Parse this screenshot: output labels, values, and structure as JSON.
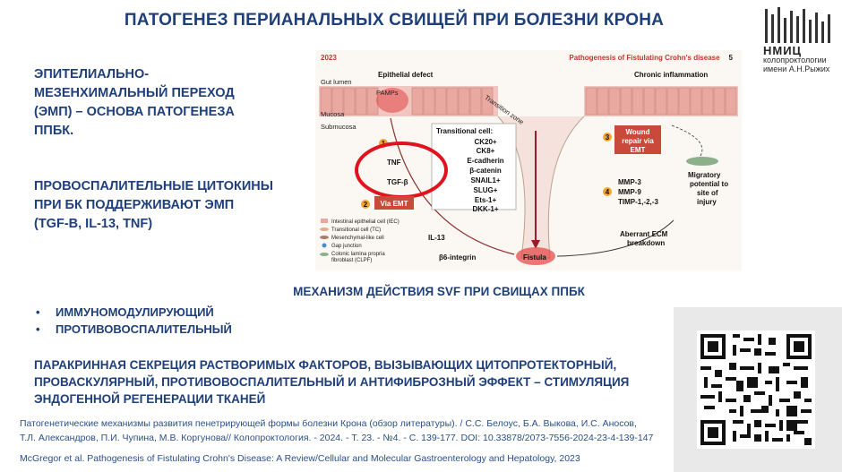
{
  "title": "ПАТОГЕНЕЗ ПЕРИАНАЛЬНЫХ СВИЩЕЙ ПРИ БОЛЕЗНИ КРОНА",
  "logo": {
    "line1": "НМИЦ",
    "line2": "колопроктологии",
    "line3": "имени А.Н.Рыжих"
  },
  "left_block_1": [
    "ЭПИТЕЛИАЛЬНО-",
    "МЕЗЕНХИМАЛЬНЫЙ ПЕРЕХОД",
    "(ЭМП) – ОСНОВА ПАТОГЕНЕЗА",
    "ППБК."
  ],
  "left_block_2": [
    "ПРОВОСПАЛИТЕЛЬНЫЕ ЦИТОКИНЫ",
    "ПРИ БК ПОДДЕРЖИВАЮТ ЭМП",
    "(TGF-B, IL-13, TNF)"
  ],
  "figure": {
    "year": "2023",
    "header_title": "Pathogenesis of Fistulating Crohn's disease",
    "page": "5",
    "epithelial_defect": "Epithelial defect",
    "pamps": "PAMPs",
    "chronic_inflammation": "Chronic inflammation",
    "gut_lumen": "Gut lumen",
    "mucosa": "Mucosa",
    "submucosa": "Submucosa",
    "transition_zone": "Transition zone",
    "transitional_title": "Transitional cell:",
    "transitional_markers": [
      "CK20+",
      "CK8+",
      "E-cadherin",
      "β-catenin",
      "SNAIL1+",
      "SLUG+",
      "Ets-1+",
      "DKK-1+"
    ],
    "tnf": "TNF",
    "tgf": "TGF-β",
    "step1": "1",
    "step2": "2",
    "via_emt": "Via EMT",
    "step3": "3",
    "wound_repair": [
      "Wound",
      "repair via",
      "EMT"
    ],
    "step4": "4",
    "mmp": [
      "MMP-3",
      "MMP-9",
      "TIMP-1,-2,-3"
    ],
    "migratory": [
      "Migratory",
      "potential to",
      "site of",
      "injury"
    ],
    "aberrant": [
      "Aberrant ECM",
      "breakdown"
    ],
    "il13": "IL-13",
    "b6": "β6-integrin",
    "fistula": "Fistula",
    "legend": [
      "Intestinal epithelial cell (IEC)",
      "Transitional cell (TC)",
      "Mesenchymal-like cell",
      "Gap junction",
      "Colonic lamina propria",
      "fibroblast (CLPF)"
    ]
  },
  "mechanism_title": "МЕХАНИЗМ ДЕЙСТВИЯ SVF ПРИ СВИЩАХ ППБК",
  "bullets": [
    "ИММУНОМОДУЛИРУЮЩИЙ",
    "ПРОТИВОВОСПАЛИТЕЛЬНЫЙ"
  ],
  "bullet_marker": "•",
  "paragraph": [
    "ПАРАКРИННАЯ СЕКРЕЦИЯ РАСТВОРИМЫХ ФАКТОРОВ, ВЫЗЫВАЮЩИХ ЦИТОПРОТЕКТОРНЫЙ,",
    "ПРОВАСКУЛЯРНЫЙ, ПРОТИВОВОСПАЛИТЕЛЬНЫЙ И АНТИФИБРОЗНЫЙ ЭФФЕКТ – СТИМУЛЯЦИЯ",
    "ЭНДОГЕННОЙ РЕГЕНЕРАЦИИ ТКАНЕЙ"
  ],
  "reference_1": [
    "Патогенетические механизмы развития пенетрирующей формы болезни Крона (обзор литературы). / С.С. Белоус, Б.А. Выкова, И.С. Аносов,",
    "Т.Л. Александров, П.И. Чупина, М.В. Коргунова// Колопроктология. - 2024. - Т. 23. - №4. - С. 139-177. DOI: 10.33878/2073-7556-2024-23-4-139-147"
  ],
  "reference_2": "McGregor et al. Pathogenesis of Fistulating Crohn's Disease: A Review/Cellular and Molecular Gastroenterology and Hepatology, 2023",
  "colors": {
    "title_blue": "#1f3f7a",
    "highlight_red": "#e0141e",
    "via_emt_red": "#c94a3a"
  }
}
